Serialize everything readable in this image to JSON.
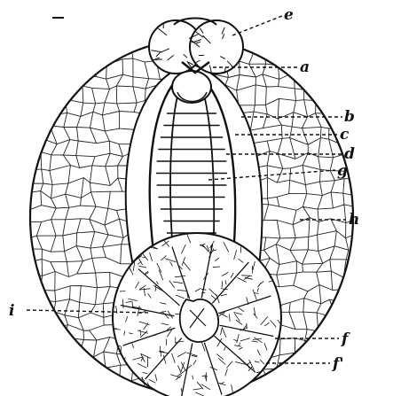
{
  "figure": {
    "labels": {
      "e": "e",
      "a": "a",
      "b": "b",
      "c": "c",
      "d": "d",
      "g": "g",
      "h": "h",
      "i": "i",
      "f": "f",
      "f2": "f'"
    }
  }
}
